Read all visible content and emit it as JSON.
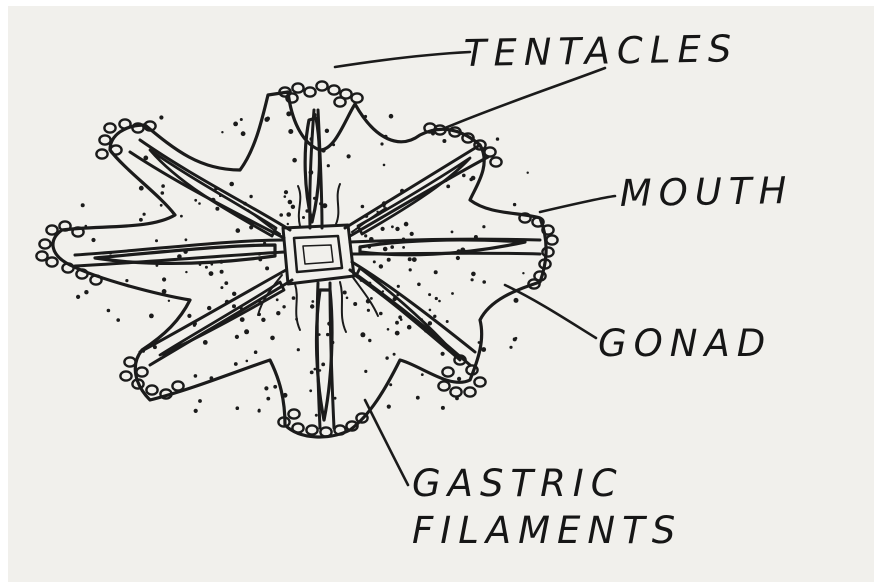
{
  "labels": {
    "tentacles": "TENTACLES",
    "mouth": "MOUTH",
    "gonad": "GONAD",
    "gastric_line1": "GASTRIC",
    "gastric_line2": "FILAMENTS"
  },
  "colors": {
    "paper": "#f1f0ec",
    "ink": "#1b1b1b"
  }
}
